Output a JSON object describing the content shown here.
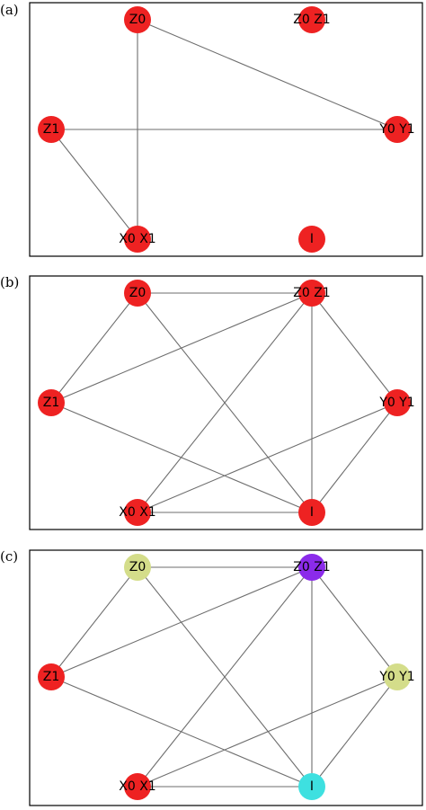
{
  "node_labels": {
    "z0": "Z0",
    "z0z1": "Z0 Z1",
    "z1": "Z1",
    "y0y1": "Y0 Y1",
    "x0x1": "X0 X1",
    "i": "I"
  },
  "panels": [
    {
      "id": "a",
      "label": "(a)",
      "edges": [
        [
          "z0",
          "x0x1"
        ],
        [
          "z0",
          "y0y1"
        ],
        [
          "z1",
          "y0y1"
        ],
        [
          "z1",
          "x0x1"
        ]
      ],
      "node_colors": {
        "z0": "#ee2222",
        "z0z1": "#ee2222",
        "z1": "#ee2222",
        "y0y1": "#ee2222",
        "x0x1": "#ee2222",
        "i": "#ee2222"
      }
    },
    {
      "id": "b",
      "label": "(b)",
      "edges": [
        [
          "z0",
          "z0z1"
        ],
        [
          "z0",
          "i"
        ],
        [
          "z0",
          "z1"
        ],
        [
          "z1",
          "z0z1"
        ],
        [
          "z1",
          "i"
        ],
        [
          "z0z1",
          "y0y1"
        ],
        [
          "z0z1",
          "x0x1"
        ],
        [
          "z0z1",
          "i"
        ],
        [
          "y0y1",
          "x0x1"
        ],
        [
          "y0y1",
          "i"
        ],
        [
          "x0x1",
          "i"
        ]
      ],
      "node_colors": {
        "z0": "#ee2222",
        "z0z1": "#ee2222",
        "z1": "#ee2222",
        "y0y1": "#ee2222",
        "x0x1": "#ee2222",
        "i": "#ee2222"
      }
    },
    {
      "id": "c",
      "label": "(c)",
      "edges": [
        [
          "z0",
          "z0z1"
        ],
        [
          "z0",
          "i"
        ],
        [
          "z0",
          "z1"
        ],
        [
          "z1",
          "z0z1"
        ],
        [
          "z1",
          "i"
        ],
        [
          "z0z1",
          "y0y1"
        ],
        [
          "z0z1",
          "x0x1"
        ],
        [
          "z0z1",
          "i"
        ],
        [
          "y0y1",
          "x0x1"
        ],
        [
          "y0y1",
          "i"
        ],
        [
          "x0x1",
          "i"
        ]
      ],
      "node_colors": {
        "z0": "#d4dd8a",
        "z0z1": "#8b2bea",
        "z1": "#ee2222",
        "y0y1": "#d4dd8a",
        "x0x1": "#ee2222",
        "i": "#3ee0e0"
      }
    }
  ]
}
